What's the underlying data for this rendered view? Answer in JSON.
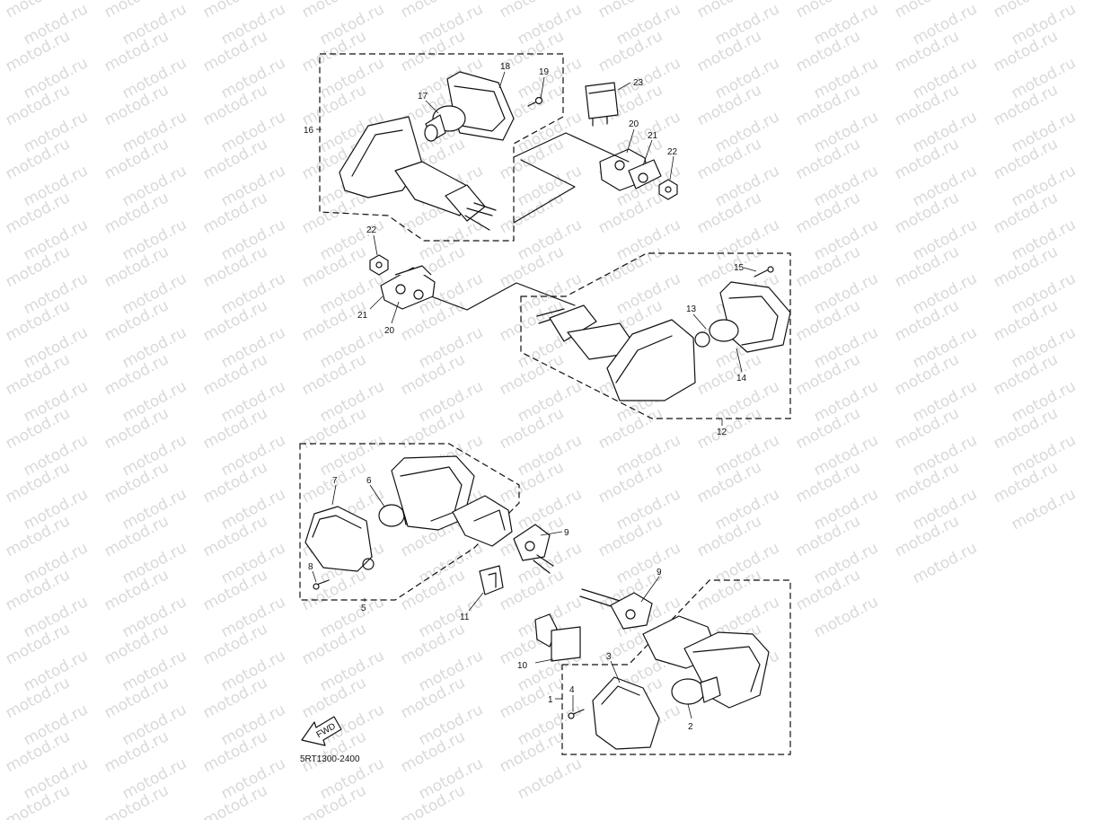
{
  "watermark": {
    "text": "motod.ru"
  },
  "diagram_code": "5RT1300-2400",
  "fwd_label": "FWD",
  "callouts": [
    {
      "id": "c16",
      "text": "16"
    },
    {
      "id": "c17",
      "text": "17"
    },
    {
      "id": "c18",
      "text": "18"
    },
    {
      "id": "c19",
      "text": "19"
    },
    {
      "id": "c23",
      "text": "23"
    },
    {
      "id": "c20a",
      "text": "20"
    },
    {
      "id": "c21a",
      "text": "21"
    },
    {
      "id": "c22a",
      "text": "22"
    },
    {
      "id": "c22b",
      "text": "22"
    },
    {
      "id": "c21b",
      "text": "21"
    },
    {
      "id": "c20b",
      "text": "20"
    },
    {
      "id": "c15",
      "text": "15"
    },
    {
      "id": "c13",
      "text": "13"
    },
    {
      "id": "c14",
      "text": "14"
    },
    {
      "id": "c12",
      "text": "12"
    },
    {
      "id": "c7",
      "text": "7"
    },
    {
      "id": "c6",
      "text": "6"
    },
    {
      "id": "c9a",
      "text": "9"
    },
    {
      "id": "c8",
      "text": "8"
    },
    {
      "id": "c5",
      "text": "5"
    },
    {
      "id": "c11",
      "text": "11"
    },
    {
      "id": "c9b",
      "text": "9"
    },
    {
      "id": "c10",
      "text": "10"
    },
    {
      "id": "c3",
      "text": "3"
    },
    {
      "id": "c4",
      "text": "4"
    },
    {
      "id": "c1",
      "text": "1"
    },
    {
      "id": "c2",
      "text": "2"
    }
  ]
}
